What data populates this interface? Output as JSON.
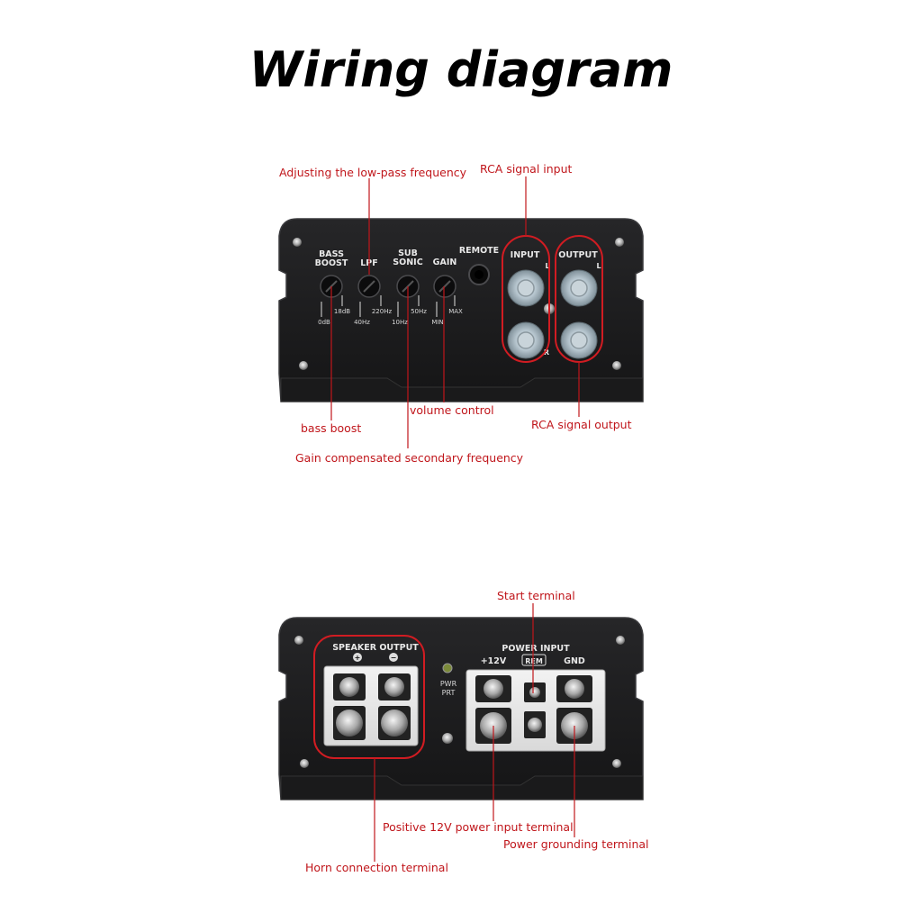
{
  "title": "Wiring diagram",
  "top_panel": {
    "labels": {
      "bass_boost": "BASS BOOST",
      "bass_boost_line1": "BASS",
      "bass_boost_line2": "BOOST",
      "lpf": "LPF",
      "sub_sonic_line1": "SUB",
      "sub_sonic_line2": "SONIC",
      "gain": "GAIN",
      "remote": "REMOTE",
      "input": "INPUT",
      "output": "OUTPUT",
      "input_l": "L",
      "output_l": "L",
      "input_r": "R"
    },
    "scales": {
      "bass_min": "0dB",
      "bass_max": "18dB",
      "lpf_min": "40Hz",
      "lpf_max": "220Hz",
      "sub_min": "10Hz",
      "sub_max": "50Hz",
      "gain_min": "MIN",
      "gain_max": "MAX"
    }
  },
  "bottom_panel": {
    "labels": {
      "speaker_output": "SPEAKER OUTPUT",
      "power_input": "POWER INPUT",
      "plus12v": "+12V",
      "rem": "REM",
      "gnd": "GND",
      "pwr": "PWR",
      "prt": "PRT"
    }
  },
  "annotations": {
    "lpf_adjust": "Adjusting the low-pass frequency",
    "rca_input": "RCA signal input",
    "bass_boost": "bass boost",
    "volume_control": "volume control",
    "rca_output": "RCA signal output",
    "subsonic": "Gain compensated secondary frequency",
    "start_terminal": "Start terminal",
    "positive_12v": "Positive 12V power input terminal",
    "power_ground": "Power grounding terminal",
    "horn_terminal": "Horn connection terminal"
  },
  "colors": {
    "annotation": "#c0161b",
    "panel": "#1c1c1e",
    "panel_edge": "#2c2c2f",
    "terminal_block": "#e9e9e9"
  }
}
